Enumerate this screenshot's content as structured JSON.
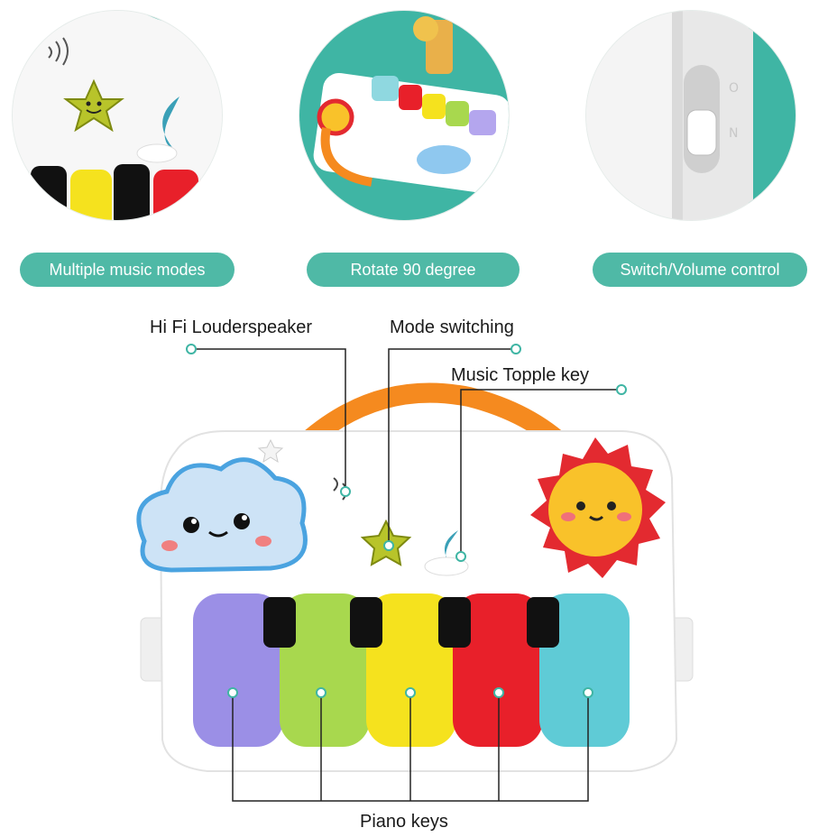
{
  "features": [
    {
      "label": "Multiple music modes"
    },
    {
      "label": "Rotate 90 degree"
    },
    {
      "label": "Switch/Volume control"
    }
  ],
  "callouts": {
    "speaker": "Hi Fi Louderspeaker",
    "mode": "Mode switching",
    "topple": "Music Topple key",
    "keys": "Piano keys"
  },
  "colors": {
    "accent": "#4fb9a6",
    "key_purple": "#9b8fe6",
    "key_green": "#a8d84e",
    "key_yellow": "#f5e21e",
    "key_red": "#e8202a",
    "key_blue": "#5fcbd6",
    "handle_orange": "#f58a1f",
    "sun_red": "#e32a30",
    "sun_yellow": "#f9c22a",
    "cloud_blue": "#7fbde8"
  }
}
